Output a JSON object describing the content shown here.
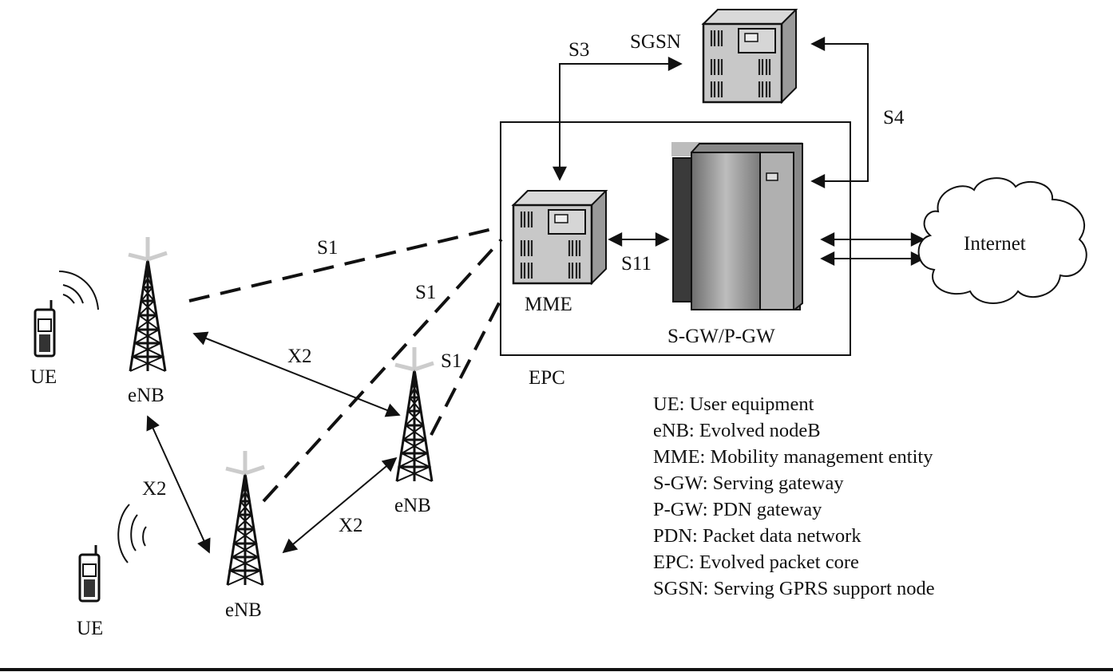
{
  "nodes": {
    "sgsn": "SGSN",
    "mme": "MME",
    "gateway": "S-GW/P-GW",
    "internet": "Internet",
    "epc": "EPC",
    "ue_1": "UE",
    "ue_2": "UE",
    "enb_1": "eNB",
    "enb_2": "eNB",
    "enb_3": "eNB"
  },
  "interfaces": {
    "s3": "S3",
    "s4": "S4",
    "s11": "S11",
    "s1_a": "S1",
    "s1_b": "S1",
    "s1_c": "S1",
    "x2_a": "X2",
    "x2_b": "X2",
    "x2_c": "X2"
  },
  "legend": [
    "UE: User equipment",
    "eNB: Evolved nodeB",
    "MME: Mobility management entity",
    "S-GW: Serving gateway",
    "P-GW: PDN gateway",
    "PDN: Packet data network",
    "EPC: Evolved packet core",
    "SGSN: Serving GPRS support node"
  ],
  "colors": {
    "line": "#111111",
    "server_gray": "#c8c8c8"
  }
}
